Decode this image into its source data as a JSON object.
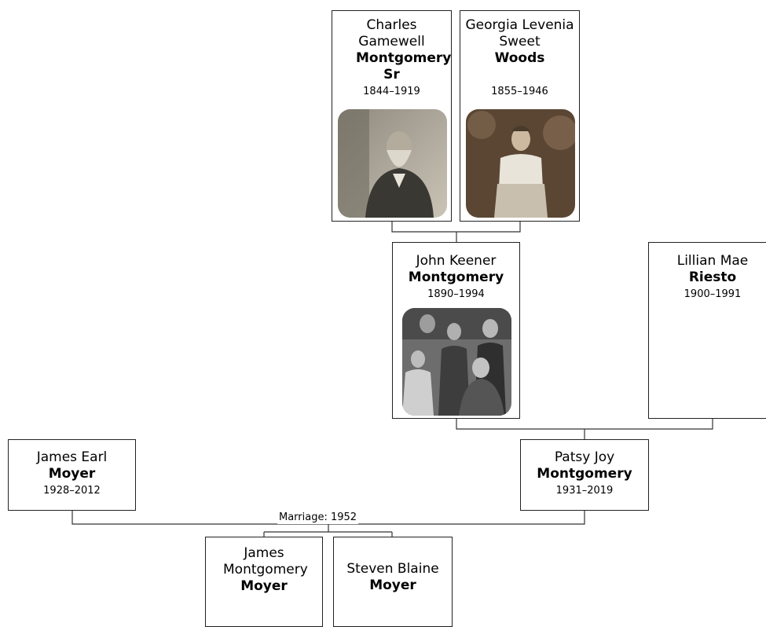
{
  "people": {
    "charles": {
      "given": "Charles Gamewell",
      "surname": "Montgomery Sr",
      "dates": "1844–1919"
    },
    "georgia": {
      "given": "Georgia Levenia Sweet",
      "surname": "Woods",
      "dates": "1855–1946"
    },
    "john": {
      "given": "John Keener",
      "surname": "Montgomery",
      "dates": "1890–1994"
    },
    "lillian": {
      "given": "Lillian Mae",
      "surname": "Riesto",
      "dates": "1900–1991"
    },
    "james_earl": {
      "given": "James Earl",
      "surname": "Moyer",
      "dates": "1928–2012"
    },
    "patsy": {
      "given": "Patsy Joy",
      "surname": "Montgomery",
      "dates": "1931–2019"
    },
    "james_m": {
      "given": "James Montgomery",
      "surname": "Moyer"
    },
    "steven": {
      "given": "Steven Blaine",
      "surname": "Moyer"
    }
  },
  "marriage_label": "Marriage: 1952"
}
